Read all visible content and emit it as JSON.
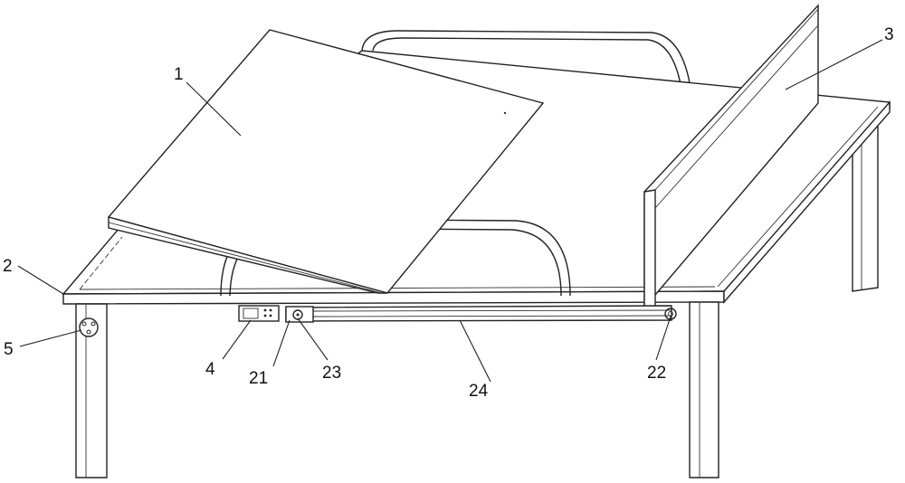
{
  "labels": {
    "board": "1",
    "table_top": "2",
    "fence": "3",
    "control_box": "4",
    "socket": "5",
    "motor_mount": "21",
    "right_wheel": "22",
    "left_wheel": "23",
    "belt": "24"
  }
}
